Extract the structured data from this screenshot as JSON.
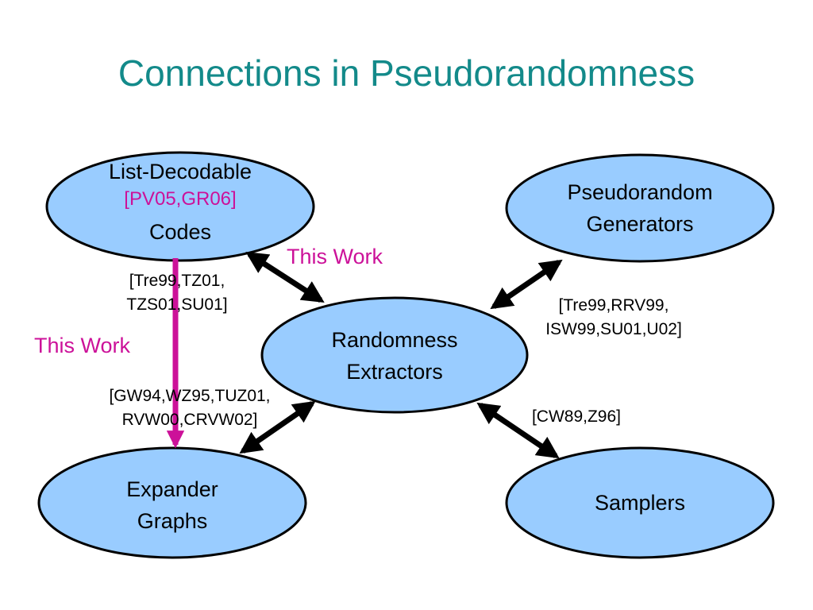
{
  "title": "Connections in Pseudorandomness",
  "nodes": {
    "list_decodable": {
      "line1": "List-Decodable",
      "citation": "[PV05,GR06]",
      "line2": "Codes"
    },
    "prg": {
      "line1": "Pseudorandom",
      "line2": "Generators"
    },
    "extractors": {
      "line1": "Randomness",
      "line2": "Extractors"
    },
    "expanders": {
      "line1": "Expander",
      "line2": "Graphs"
    },
    "samplers": {
      "line1": "Samplers"
    }
  },
  "edges": {
    "codes_extractors": {
      "label": "This Work"
    },
    "codes_expanders": {
      "label": "This Work"
    },
    "codes_extractors_citation": {
      "line1": "[Tre99,TZ01,",
      "line2": "TZS01,SU01]"
    },
    "prg_extractors_citation": {
      "line1": "[Tre99,RRV99,",
      "line2": "ISW99,SU01,U02]"
    },
    "expanders_extractors_citation": {
      "line1": "[GW94,WZ95,TUZ01,",
      "line2": "RVW00,CRVW02]"
    },
    "samplers_extractors_citation": {
      "line1": "[CW89,Z96]"
    }
  },
  "colors": {
    "title": "#138a8a",
    "node_fill": "#99ccff",
    "node_stroke": "#000000",
    "highlight": "#cc1199"
  }
}
